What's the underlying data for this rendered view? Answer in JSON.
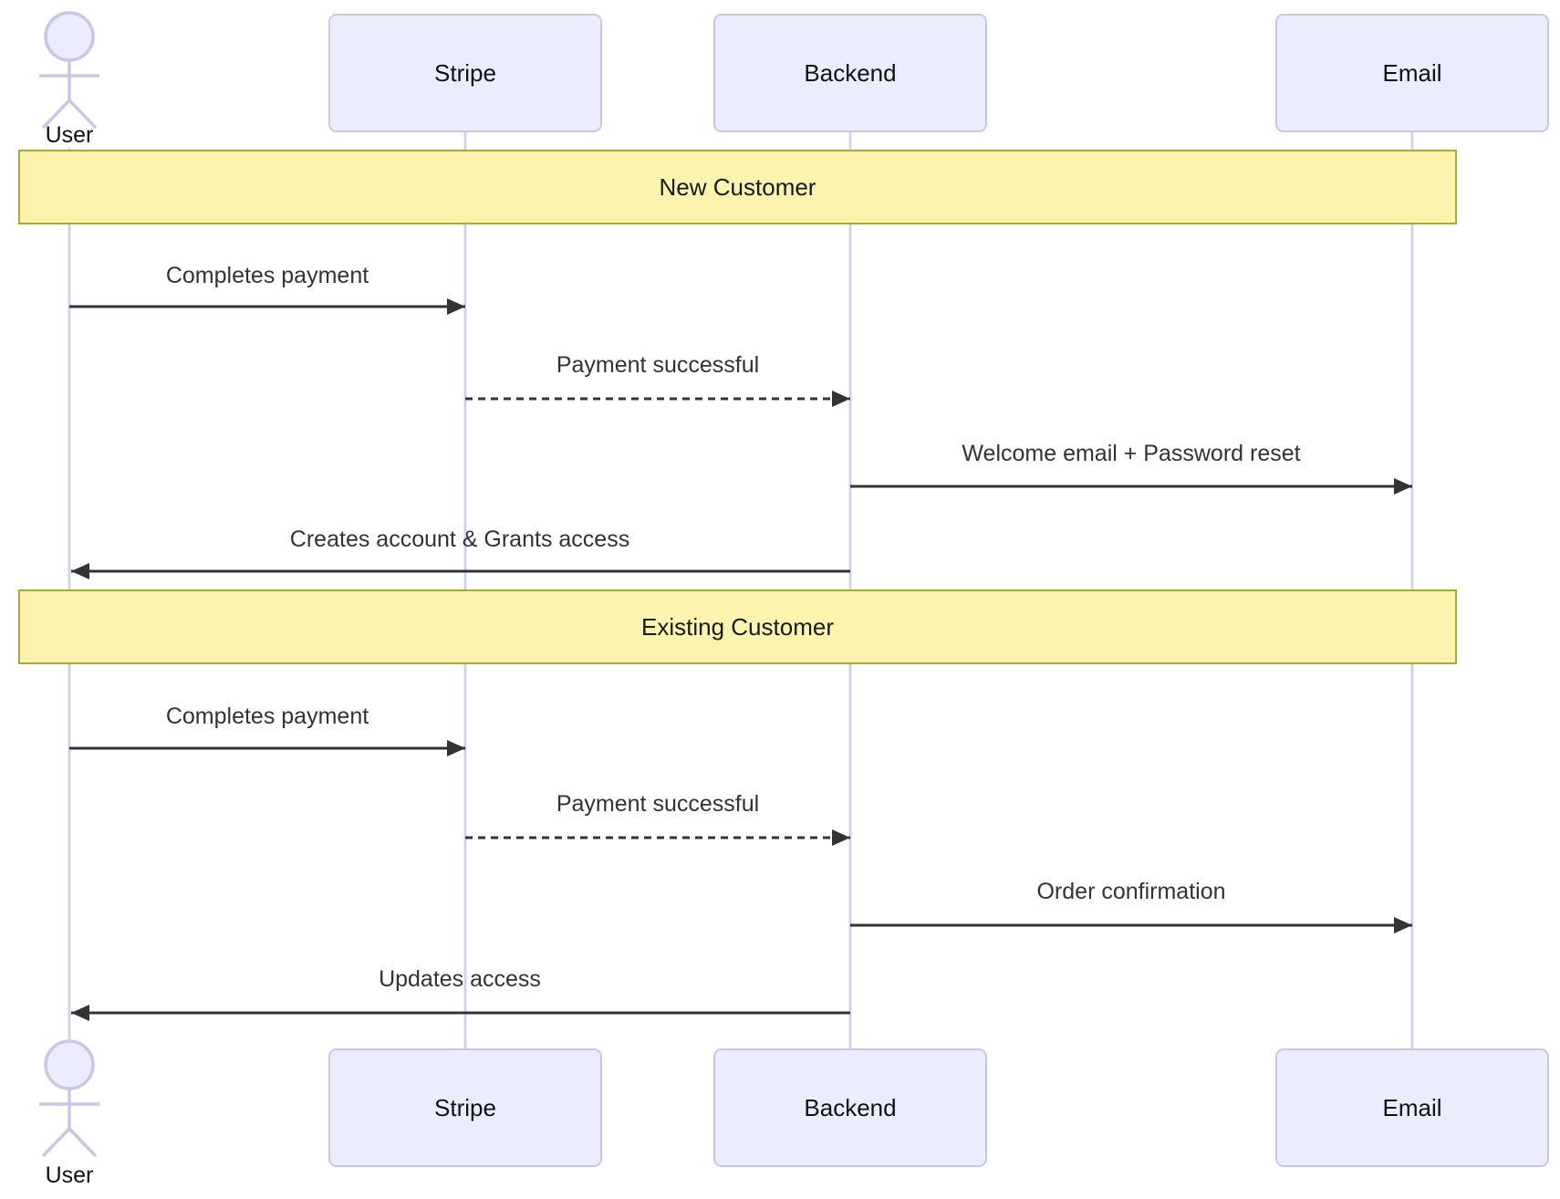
{
  "diagram": {
    "type": "sequence-diagram",
    "participants": [
      {
        "id": "user",
        "label": "User",
        "kind": "actor"
      },
      {
        "id": "stripe",
        "label": "Stripe",
        "kind": "participant"
      },
      {
        "id": "backend",
        "label": "Backend",
        "kind": "participant"
      },
      {
        "id": "email",
        "label": "Email",
        "kind": "participant"
      }
    ],
    "sections": [
      {
        "title": "New Customer",
        "messages": [
          {
            "from": "User",
            "to": "Stripe",
            "label": "Completes payment",
            "line": "solid"
          },
          {
            "from": "Stripe",
            "to": "Backend",
            "label": "Payment successful",
            "line": "dashed"
          },
          {
            "from": "Backend",
            "to": "Email",
            "label": "Welcome email + Password reset",
            "line": "solid"
          },
          {
            "from": "Backend",
            "to": "User",
            "label": "Creates account & Grants access",
            "line": "solid"
          }
        ]
      },
      {
        "title": "Existing Customer",
        "messages": [
          {
            "from": "User",
            "to": "Stripe",
            "label": "Completes payment",
            "line": "solid"
          },
          {
            "from": "Stripe",
            "to": "Backend",
            "label": "Payment successful",
            "line": "dashed"
          },
          {
            "from": "Backend",
            "to": "Email",
            "label": "Order confirmation",
            "line": "solid"
          },
          {
            "from": "Backend",
            "to": "User",
            "label": "Updates access",
            "line": "solid"
          }
        ]
      }
    ],
    "colors": {
      "participant_fill": "#ECECFF",
      "participant_border": "#cbc5e8",
      "lifeline": "#d5d1ea",
      "section_fill": "#fbf3ae",
      "section_border": "#aaaa33",
      "arrow": "#333333",
      "message_text": "#333333",
      "label_text": "#111111",
      "background": "#ffffff"
    }
  }
}
